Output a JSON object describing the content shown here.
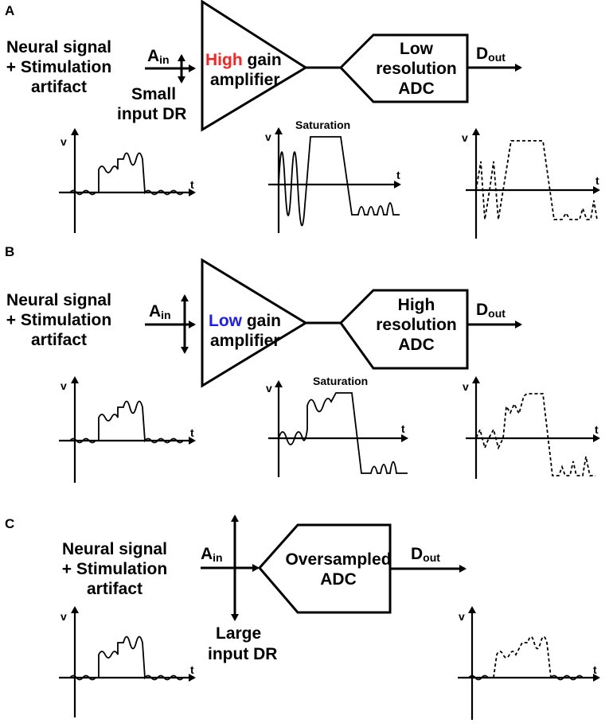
{
  "colors": {
    "red": "#ff2020",
    "blue": "#1a1aff",
    "black": "#000000"
  },
  "panels": [
    {
      "letter": "A",
      "input_label": [
        "Neural signal",
        "+ Stimulation",
        "artifact"
      ],
      "ain_main": "A",
      "ain_sub": "in",
      "range_label": {
        "word": "Small",
        "word_color": "blue",
        "rest": "input DR"
      },
      "amplifier": {
        "keyword": "High",
        "keyword_color": "red",
        "rest": "gain",
        "line2": "amplifier"
      },
      "adc": {
        "line1": "Low",
        "line1_color": "blue",
        "line2": "resolution",
        "line3": "ADC"
      },
      "dout_main": "D",
      "dout_sub": "out",
      "saturation_label": "Saturation",
      "axis_v": "v",
      "axis_t": "t"
    },
    {
      "letter": "B",
      "input_label": [
        "Neural signal",
        "+ Stimulation",
        "artifact"
      ],
      "ain_main": "A",
      "ain_sub": "in",
      "amplifier": {
        "keyword": "Low",
        "keyword_color": "blue",
        "rest": "gain",
        "line2": "amplifier"
      },
      "adc": {
        "line1": "High",
        "line1_color": "red",
        "line2": "resolution",
        "line3": "ADC"
      },
      "dout_main": "D",
      "dout_sub": "out",
      "saturation_label": "Saturation",
      "axis_v": "v",
      "axis_t": "t"
    },
    {
      "letter": "C",
      "input_label": [
        "Neural signal",
        "+ Stimulation",
        "artifact"
      ],
      "ain_main": "A",
      "ain_sub": "in",
      "range_label": {
        "word": "Large",
        "word_color": "red",
        "rest": "input DR"
      },
      "adc": {
        "line1": "Oversampled",
        "line2": "ADC"
      },
      "dout_main": "D",
      "dout_sub": "out",
      "axis_v": "v",
      "axis_t": "t"
    }
  ]
}
